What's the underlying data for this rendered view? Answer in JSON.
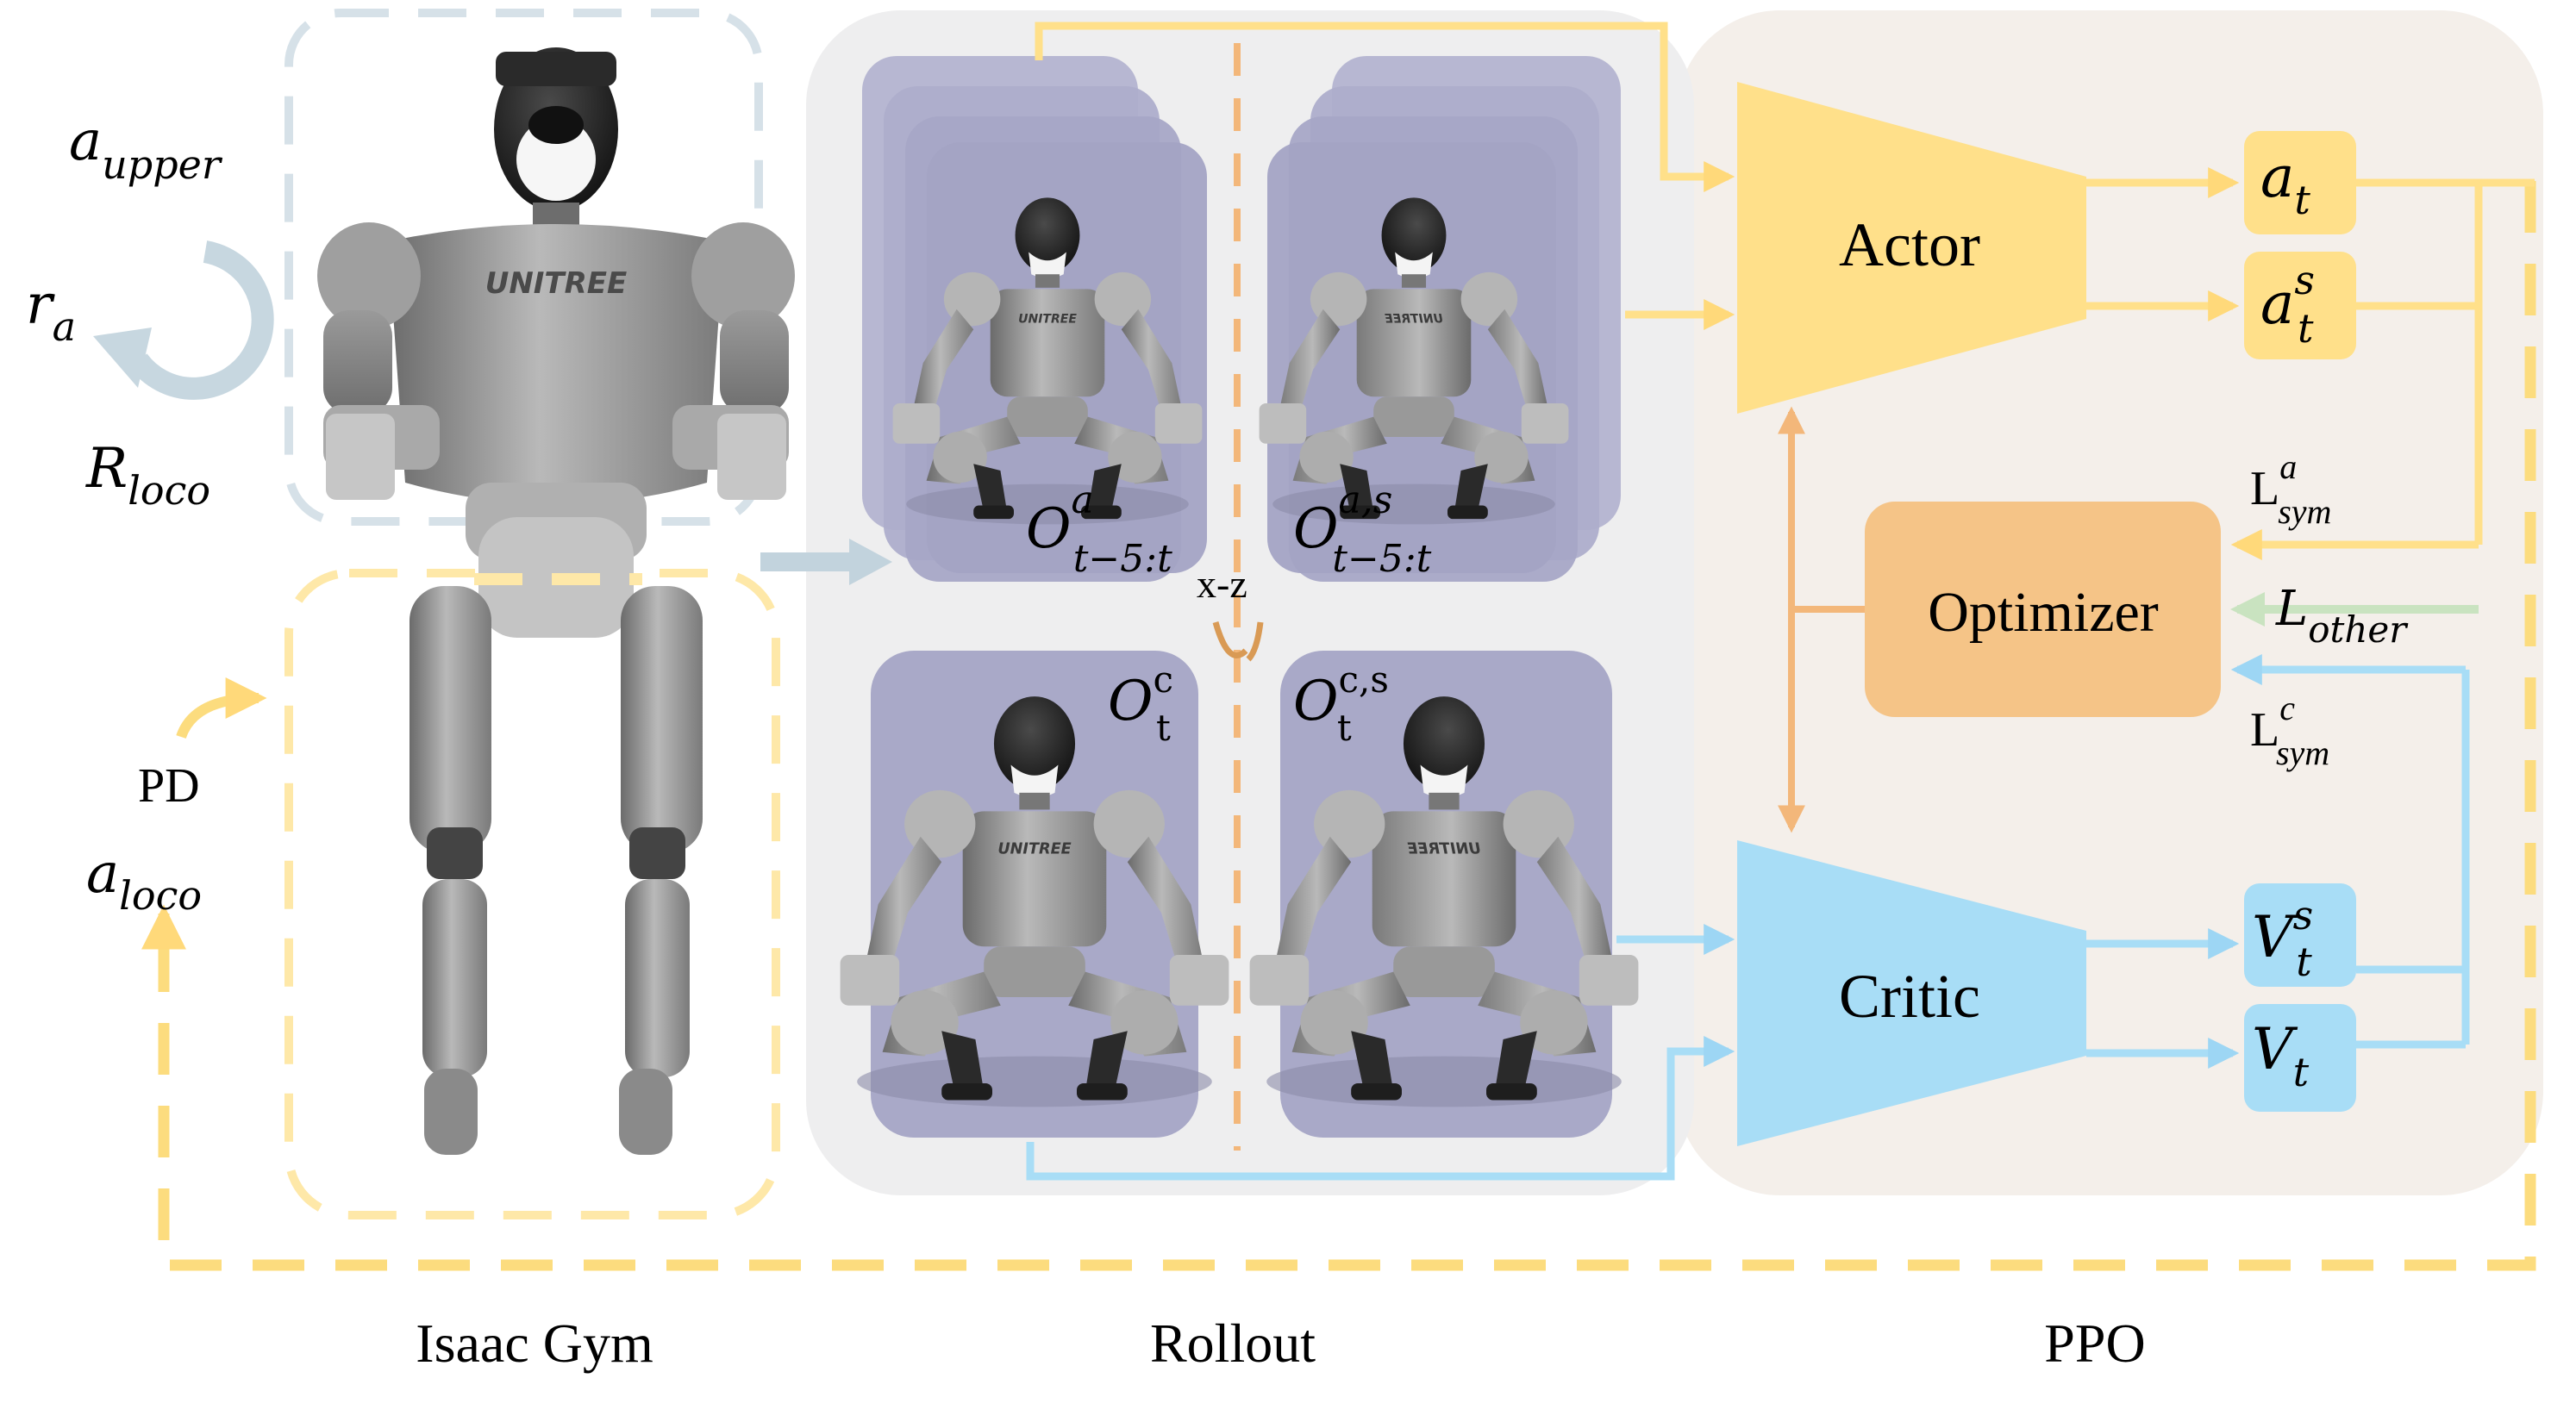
{
  "sections": {
    "isaac": "Isaac Gym",
    "rollout": "Rollout",
    "ppo": "PPO"
  },
  "isaac_gym": {
    "a_upper": {
      "base": "a",
      "sub": "upper"
    },
    "r_a": {
      "base": "r",
      "sub": "a"
    },
    "R_loco": {
      "base": "R",
      "sub": "loco"
    },
    "pd": "PD",
    "a_loco": {
      "base": "a",
      "sub": "loco"
    },
    "robot_logo": "UNITREE"
  },
  "rollout": {
    "obs_actor": {
      "base": "O",
      "sup": "a",
      "sub": "t−5:t"
    },
    "obs_actor_sym": {
      "base": "O",
      "sup": "a,s",
      "sub": "t−5:t"
    },
    "obs_critic": {
      "base": "O",
      "sup": "c",
      "sub": "t"
    },
    "obs_critic_sym": {
      "base": "O",
      "sup": "c,s",
      "sub": "t"
    },
    "mirror_label": "x-z"
  },
  "ppo": {
    "actor": "Actor",
    "critic": "Critic",
    "optimizer": "Optimizer",
    "a_t": {
      "base": "a",
      "sub": "t"
    },
    "a_t_s": {
      "base": "a",
      "sup": "s",
      "sub": "t"
    },
    "V_t_s": {
      "base": "V",
      "sup": "s",
      "sub": "t"
    },
    "V_t": {
      "base": "V",
      "sub": "t"
    },
    "L_sym_a": {
      "base": "L",
      "sup": "a",
      "sub": "sym"
    },
    "L_other": {
      "base": "L",
      "sub": "other"
    },
    "L_sym_c": {
      "base": "L",
      "sup": "c",
      "sub": "sym"
    }
  },
  "colors": {
    "yellow": "#FFE08A",
    "yellow_dash": "#FCDC7E",
    "blue": "#A8DDF6",
    "blue_line": "#9DD6F4",
    "grey_blue": "#C2D3DD",
    "orange": "#F5C487",
    "orange_line": "#F3B77A",
    "green": "#C9E3C0",
    "rollout_bg": "#EEEEEF",
    "ppo_bg": "#F4EFEA",
    "panel": "#A9A9C8"
  }
}
